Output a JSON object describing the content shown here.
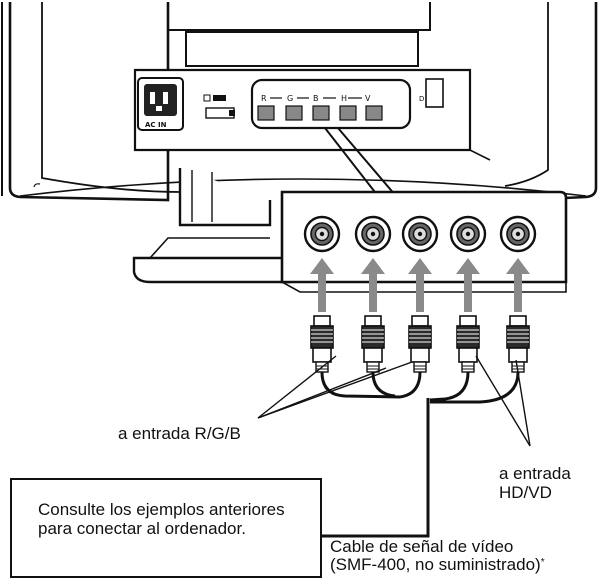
{
  "labels": {
    "rgb_input": "a entrada R/G/B",
    "hdvd_input_line1": "a entrada",
    "hdvd_input_line2": "HD/VD",
    "note": "Consulte los ejemplos anteriores para conectar al ordenador.",
    "cable_line1": "Cable de señal de vídeo",
    "cable_line2": "(SMF-400, no suministrado)",
    "cable_asterisk": "*"
  },
  "panel_labels": {
    "ac_in": "AC IN",
    "r": "R",
    "g": "G",
    "b": "B",
    "h": "H",
    "v": "V",
    "d": "D"
  },
  "colors": {
    "line": "#111111",
    "arrow": "#8a8a8a",
    "panel_shade": "#dcdcdc"
  }
}
